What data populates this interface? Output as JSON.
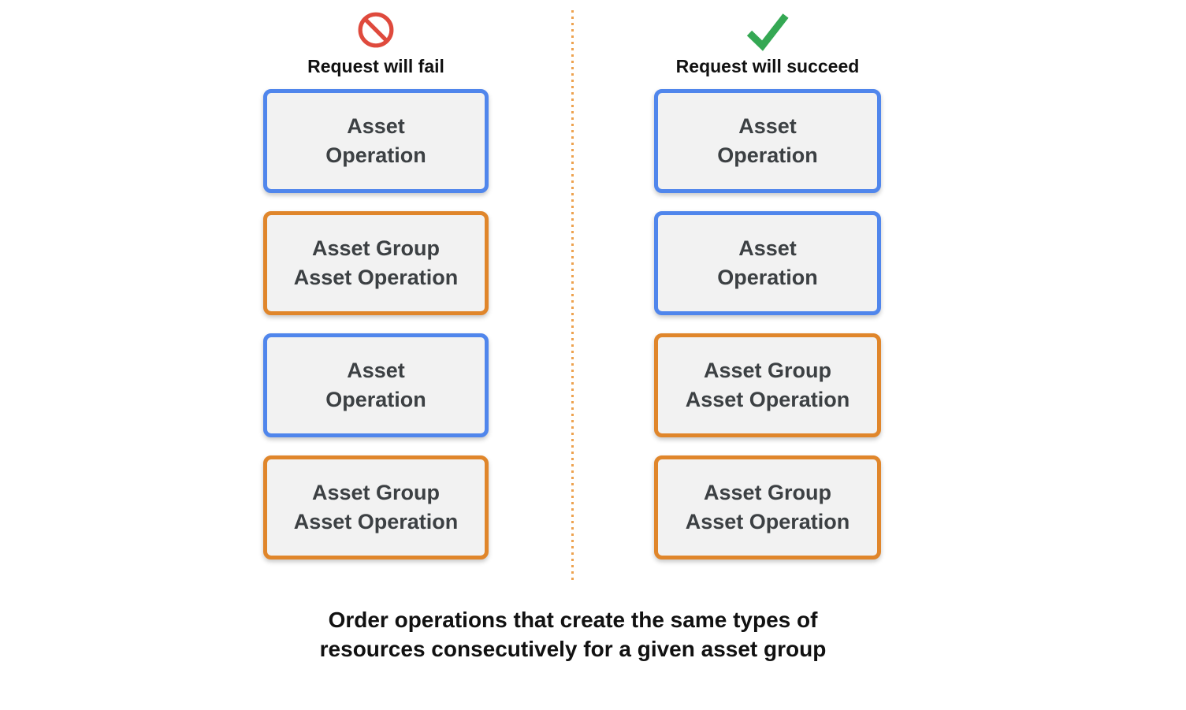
{
  "diagram": {
    "fail_column": {
      "icon": "prohibited-icon",
      "title": "Request will fail",
      "boxes": [
        {
          "type": "asset-operation",
          "label": "Asset\nOperation"
        },
        {
          "type": "asset-group-asset-operation",
          "label": "Asset Group\nAsset Operation"
        },
        {
          "type": "asset-operation",
          "label": "Asset\nOperation"
        },
        {
          "type": "asset-group-asset-operation",
          "label": "Asset Group\nAsset Operation"
        }
      ]
    },
    "succeed_column": {
      "icon": "checkmark-icon",
      "title": "Request will succeed",
      "boxes": [
        {
          "type": "asset-operation",
          "label": "Asset\nOperation"
        },
        {
          "type": "asset-operation",
          "label": "Asset\nOperation"
        },
        {
          "type": "asset-group-asset-operation",
          "label": "Asset Group\nAsset Operation"
        },
        {
          "type": "asset-group-asset-operation",
          "label": "Asset Group\nAsset Operation"
        }
      ]
    },
    "caption": "Order operations that create the same types of\nresources consecutively for a given asset group",
    "colors": {
      "asset_operation_border": "#5086EC",
      "asset_group_border": "#E0862B",
      "fail_icon_red": "#DF4A3D",
      "success_icon_green": "#34A853",
      "divider_orange": "#EDA24F",
      "box_background": "#F2F2F2",
      "box_text": "#3C4043",
      "heading_text": "#111111"
    }
  }
}
